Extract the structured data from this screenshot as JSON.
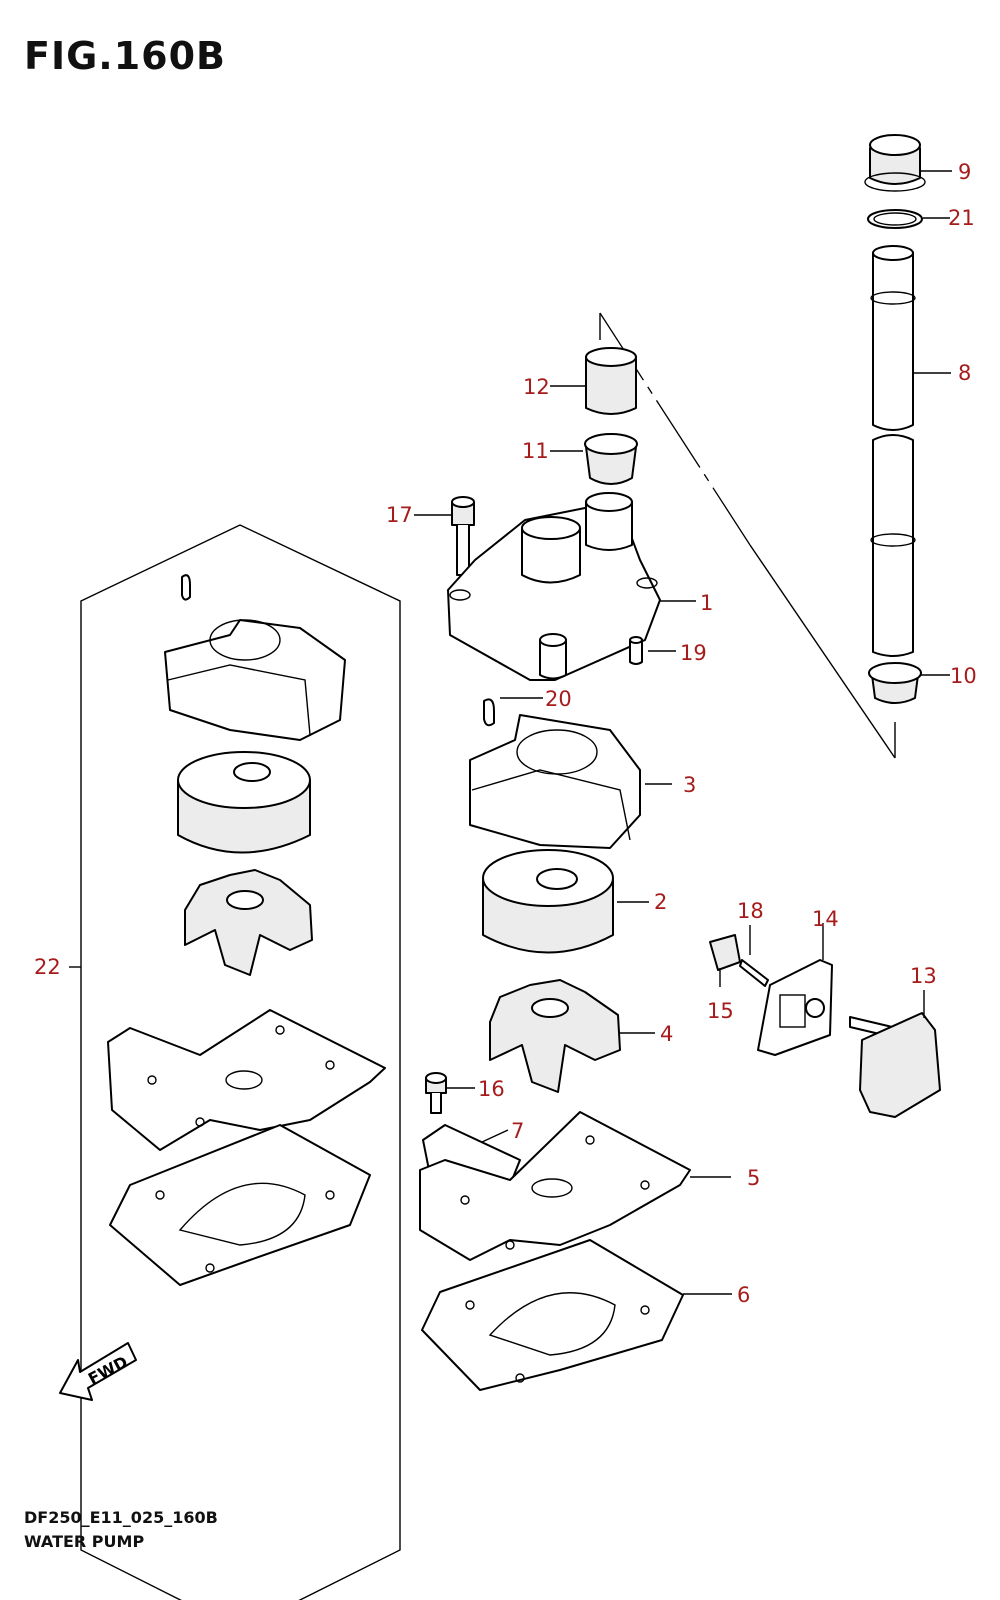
{
  "figure": {
    "title": "FIG.160B",
    "code": "DF250_E11_025_160B",
    "name": "WATER PUMP"
  },
  "callouts": {
    "c1": "1",
    "c2": "2",
    "c3": "3",
    "c4": "4",
    "c5": "5",
    "c6": "6",
    "c7": "7",
    "c8": "8",
    "c9": "9",
    "c10": "10",
    "c11": "11",
    "c12": "12",
    "c13": "13",
    "c14": "14",
    "c15": "15",
    "c16": "16",
    "c17": "17",
    "c18": "18",
    "c19": "19",
    "c20": "20",
    "c21": "21",
    "c22": "22"
  },
  "fwd_label": "FWD",
  "colors": {
    "callout": "#a61c1c",
    "line": "#000000"
  }
}
